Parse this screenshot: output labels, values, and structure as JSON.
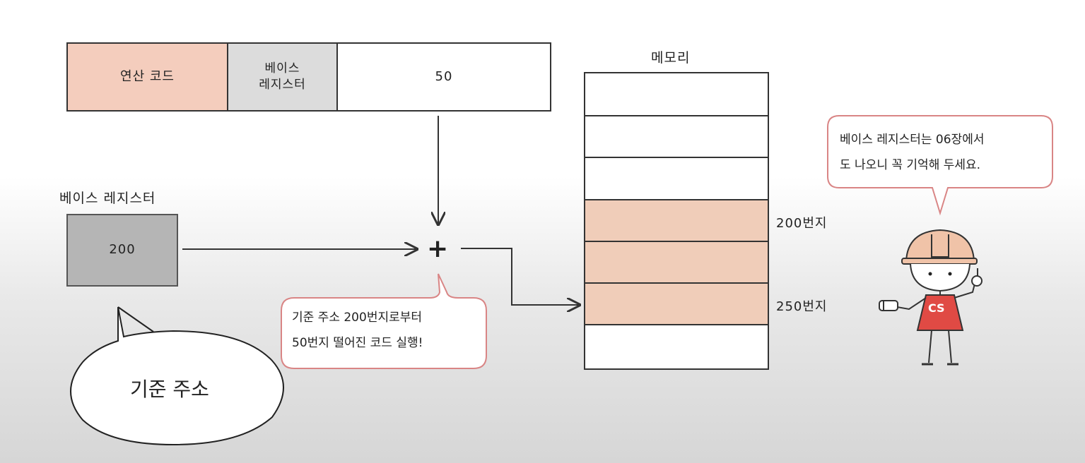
{
  "instruction": {
    "opcode_label": "연산 코드",
    "base_register_label_line1": "베이스",
    "base_register_label_line2": "레지스터",
    "operand_value": "50"
  },
  "base_register": {
    "title": "베이스 레지스터",
    "value": "200"
  },
  "memory": {
    "title": "메모리",
    "address_200_label": "200번지",
    "address_250_label": "250번지"
  },
  "callout_adder": {
    "line1": "기준 주소 200번지로부터",
    "line2": "50번지 떨어진 코드 실행!"
  },
  "callout_speech": {
    "text": "기준 주소"
  },
  "callout_character": {
    "line1": "베이스 레지스터는 06장에서",
    "line2": "도 나오니 꼭 기억해 두세요."
  },
  "adder_symbol": "+",
  "character_badge": "CS",
  "colors": {
    "opcode_fill": "#f4cdbd",
    "base_field_fill": "#dcdcdc",
    "register_fill": "#b5b5b5",
    "highlight_fill": "#f0cdb9",
    "callout_border": "#d98585",
    "character_red": "#e04a44"
  }
}
